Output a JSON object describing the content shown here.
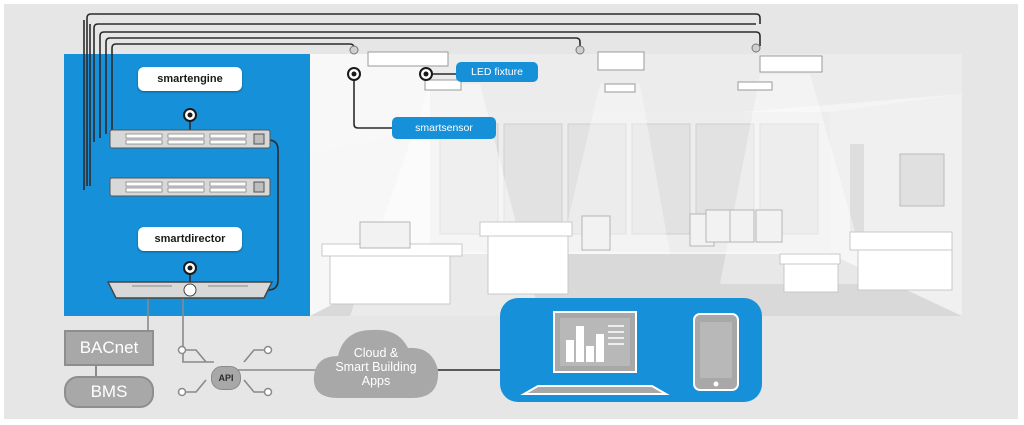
{
  "labels": {
    "smartengine": "smartengine",
    "smartdirector": "smartdirector",
    "led_fixture": "LED fixture",
    "smartsensor": "smartsensor",
    "bacnet": "BACnet",
    "bms": "BMS",
    "api": "API",
    "cloud_line1": "Cloud &",
    "cloud_line2": "Smart Building",
    "cloud_line3": "Apps"
  },
  "icons": [
    "sensor-icon",
    "network-switch-icon",
    "director-appliance-icon",
    "cloud-icon",
    "laptop-chart-icon",
    "tablet-icon"
  ],
  "colors": {
    "accent_blue": "#1690d8",
    "background_gray": "#e6e6e6",
    "element_gray": "#a8a8a8",
    "line_dark": "#2b2b2b"
  }
}
